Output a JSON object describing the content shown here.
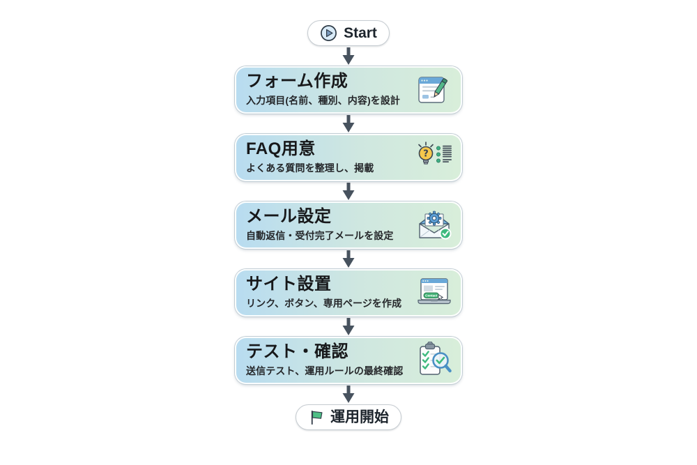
{
  "start": {
    "label": "Start"
  },
  "steps": [
    {
      "title": "フォーム作成",
      "subtitle": "入力項目(名前、種別、内容)を設計"
    },
    {
      "title": "FAQ用意",
      "subtitle": "よくある質問を整理し、掲載"
    },
    {
      "title": "メール設定",
      "subtitle": "自動返信・受付完了メールを設定"
    },
    {
      "title": "サイト設置",
      "subtitle": "リンク、ボタン、専用ページを作成"
    },
    {
      "title": "テスト・確認",
      "subtitle": "送信テスト、運用ルールの最終確認"
    }
  ],
  "end": {
    "label": "運用開始"
  },
  "icons": {
    "contact_label": "Contact",
    "start_icon": "play-icon",
    "end_icon": "flag-icon",
    "step_icons": [
      "form-pencil-icon",
      "lightbulb-faq-icon",
      "mail-gear-icon",
      "laptop-contact-icon",
      "clipboard-check-icon"
    ]
  },
  "colors": {
    "box_gradient_left": "#b8dcf0",
    "box_gradient_right": "#d8eeda",
    "arrow": "#47525e",
    "title_text": "#17181a",
    "subtitle_text": "#25272a",
    "accent_green": "#3fba7f",
    "accent_blue": "#5b9fd6",
    "accent_yellow": "#f5c84c",
    "pill_background": "#ffffff",
    "pill_border": "#c6ccd1"
  }
}
